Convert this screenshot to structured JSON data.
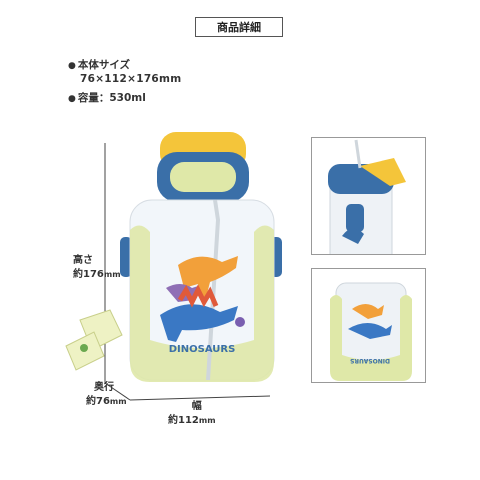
{
  "header": {
    "title": "商品詳細"
  },
  "specs": {
    "size_label": "本体サイズ",
    "size_value": "76×112×176mm",
    "capacity_label": "容量",
    "capacity_value": "530ml"
  },
  "dimensions": {
    "height_label": "高さ",
    "height_value": "約176",
    "depth_label": "奥行",
    "depth_value": "約76",
    "width_label": "幅",
    "width_value": "約112",
    "unit": "mm"
  },
  "bottle": {
    "print_text": "DINOSAURS",
    "lid_color": "#f4c53a",
    "cap_color": "#3a6fa8",
    "sleeve_color": "#dfe8a8",
    "strap_color": "#eef2c4"
  }
}
